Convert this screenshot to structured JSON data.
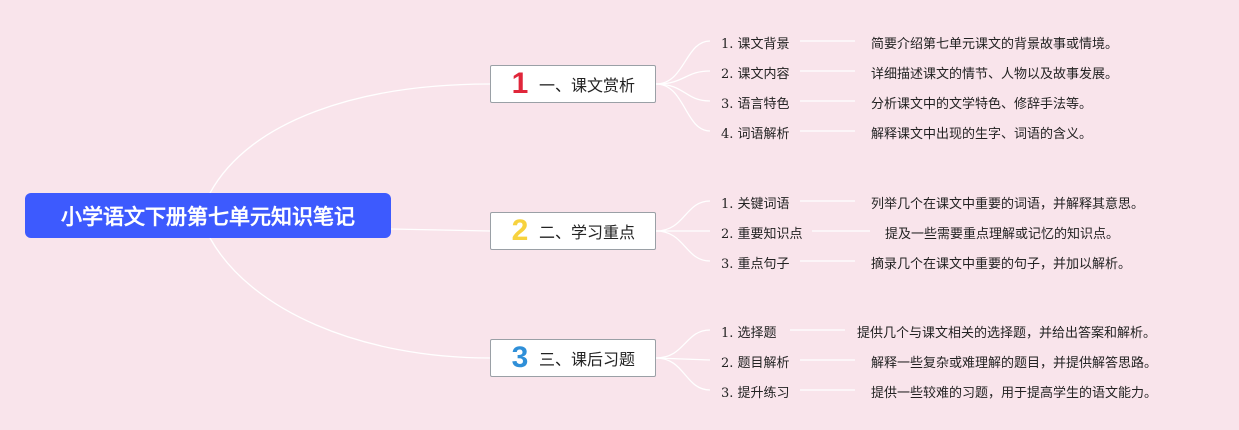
{
  "root": {
    "title": "小学语文下册第七单元知识笔记"
  },
  "branches": [
    {
      "number": "1",
      "number_color": "#e0263a",
      "label": "一、课文赏析",
      "items": [
        {
          "label": "1. 课文背景",
          "desc": "简要介绍第七单元课文的背景故事或情境。"
        },
        {
          "label": "2. 课文内容",
          "desc": "详细描述课文的情节、人物以及故事发展。"
        },
        {
          "label": "3. 语言特色",
          "desc": "分析课文中的文学特色、修辞手法等。"
        },
        {
          "label": "4. 词语解析",
          "desc": "解释课文中出现的生字、词语的含义。"
        }
      ]
    },
    {
      "number": "2",
      "number_color": "#f7d23e",
      "label": "二、学习重点",
      "items": [
        {
          "label": "1. 关键词语",
          "desc": "列举几个在课文中重要的词语，并解释其意思。"
        },
        {
          "label": "2. 重要知识点",
          "desc": "提及一些需要重点理解或记忆的知识点。"
        },
        {
          "label": "3. 重点句子",
          "desc": "摘录几个在课文中重要的句子，并加以解析。"
        }
      ]
    },
    {
      "number": "3",
      "number_color": "#2f8fd8",
      "label": "三、课后习题",
      "items": [
        {
          "label": "1. 选择题",
          "desc": "提供几个与课文相关的选择题，并给出答案和解析。"
        },
        {
          "label": "2. 题目解析",
          "desc": "解释一些复杂或难理解的题目，并提供解答思路。"
        },
        {
          "label": "3. 提升练习",
          "desc": "提供一些较难的习题，用于提高学生的语文能力。"
        }
      ]
    }
  ]
}
